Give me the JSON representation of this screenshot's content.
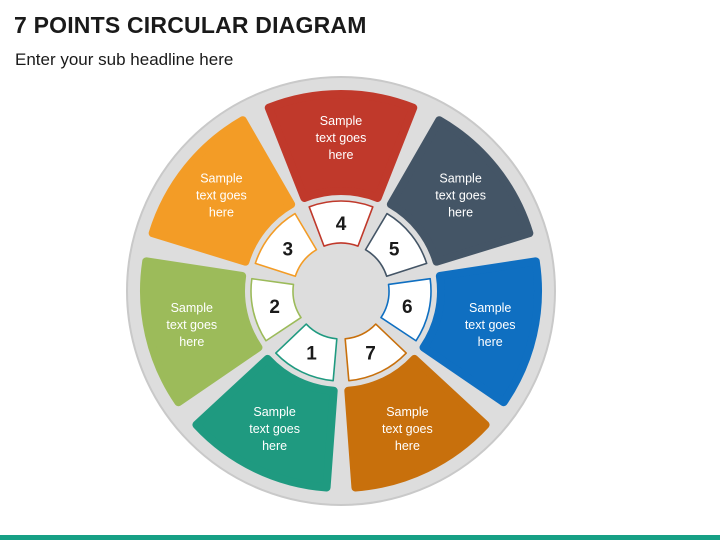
{
  "header": {
    "title": "7 POINTS CIRCULAR DIAGRAM",
    "subtitle": "Enter your sub headline here"
  },
  "colors": {
    "ring": "#dddddd",
    "ring_border": "#c9c9c9",
    "bottom_bar": "#16a085"
  },
  "segments": [
    {
      "number": "1",
      "lines": [
        "Sample",
        "text goes",
        "here"
      ],
      "color": "#1f9a80"
    },
    {
      "number": "2",
      "lines": [
        "Sample",
        "text goes",
        "here"
      ],
      "color": "#9cbb5a"
    },
    {
      "number": "3",
      "lines": [
        "Sample",
        "text goes",
        "here"
      ],
      "color": "#f39c26"
    },
    {
      "number": "4",
      "lines": [
        "Sample",
        "text goes",
        "here"
      ],
      "color": "#c0392b"
    },
    {
      "number": "5",
      "lines": [
        "Sample",
        "text goes",
        "here"
      ],
      "color": "#445566"
    },
    {
      "number": "6",
      "lines": [
        "Sample",
        "text goes",
        "here"
      ],
      "color": "#0f6fc1"
    },
    {
      "number": "7",
      "lines": [
        "Sample",
        "text goes",
        "here"
      ],
      "color": "#c8700c"
    }
  ]
}
